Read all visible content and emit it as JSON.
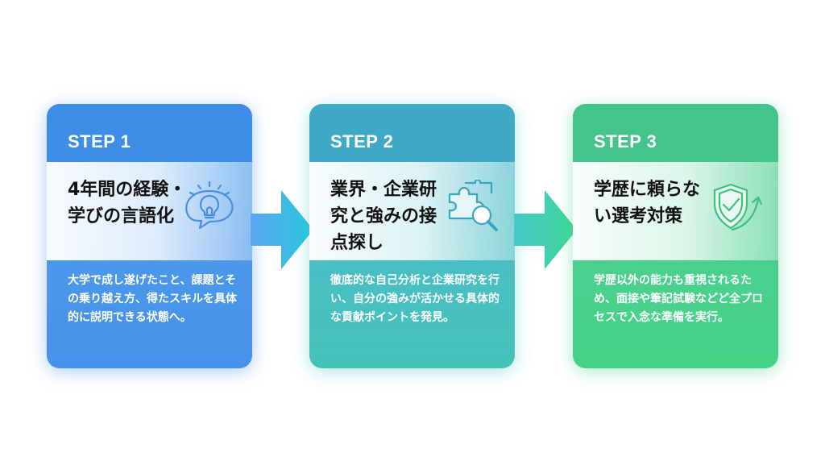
{
  "steps": [
    {
      "label": "STEP 1",
      "title": "4年間の経験・学びの言語化",
      "description": "大学で成し遂げたこと、課題とその乗り越え方、得たスキルを具体的に説明できる状態へ。",
      "icon": "lightbulb-speech-icon"
    },
    {
      "label": "STEP 2",
      "title": "業界・企業研究と強みの接点探し",
      "description": "徹底的な自己分析と企業研究を行い、自分の強みが活かせる具体的な貢献ポイントを発見。",
      "icon": "puzzle-magnifier-icon"
    },
    {
      "label": "STEP 3",
      "title": "学歴に頼らない選考対策",
      "description": "学歴以外の能力も重視されるため、面接や筆記試験などど全プロセスで入念な準備を実行。",
      "icon": "shield-check-arrow-icon"
    }
  ],
  "colors": {
    "step1": "#4791ea",
    "step2": "#44c2b8",
    "step3": "#44d286",
    "title_text": "#111111"
  }
}
